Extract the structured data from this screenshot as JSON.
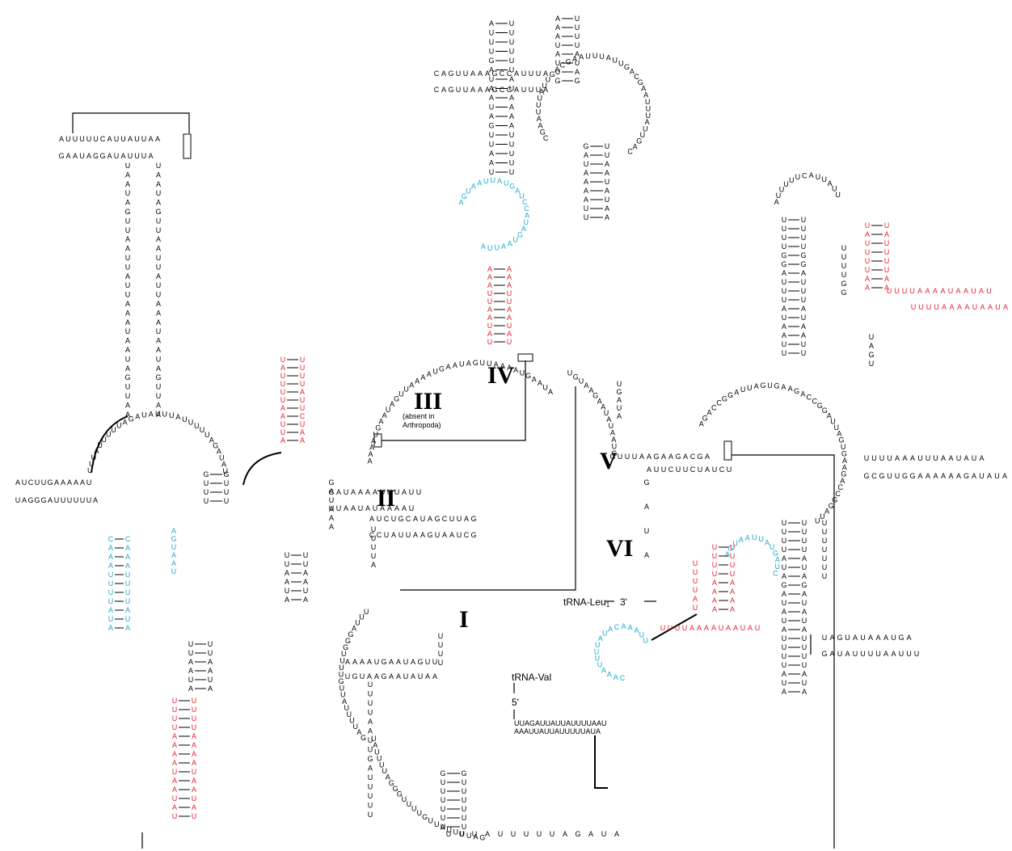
{
  "colors": {
    "default": "#000000",
    "red": "#e8202a",
    "cyan": "#1ba8d0"
  },
  "domains": {
    "I": "I",
    "II": "II",
    "III": "III",
    "IV": "IV",
    "V": "V",
    "VI": "VI"
  },
  "domain3_note": "(absent in\nArthropoda)",
  "labels": {
    "trna_leu": "tRNA-Leu",
    "trna_leu_sub": "1",
    "trna_leu_end": "3'",
    "trna_val": "tRNA-Val",
    "five_prime": "5'",
    "val_seq_top": "UUAGAUUAUUAUUUUAAU",
    "val_seq_bottom": "AAAUUAUUAUUUUUAUA"
  },
  "sequence_rows": [
    {
      "text": "AUCUUGAAAAAU",
      "color": "default"
    },
    {
      "text": "UAGGGAUUUUUUA",
      "color": "default"
    },
    {
      "text": "AUUUUUCAUUAUUAA",
      "color": "default"
    },
    {
      "text": "GAAUAGGAUAUUUA",
      "color": "default"
    },
    {
      "text": "UAAUAGUUAAUUAUUAAA",
      "color": "default"
    },
    {
      "text": "UAUUUUAAUUAUUU",
      "color": "red"
    },
    {
      "text": "UUUUAUUCUAA",
      "color": "red"
    },
    {
      "text": "AAAUUAAUAUUU",
      "color": "red"
    },
    {
      "text": "AGUAAUUAUGAUCCAU",
      "color": "cyan"
    },
    {
      "text": "CAAAUUUUAUA",
      "color": "cyan"
    },
    {
      "text": "UUUUAAAAUAAUAU",
      "color": "red"
    },
    {
      "text": "UUUUAUAGAUAUA",
      "color": "default"
    },
    {
      "text": "GUUUAAGAAGACGA",
      "color": "default"
    },
    {
      "text": "AUUCUUCUAUCU",
      "color": "default"
    },
    {
      "text": "GAUAAAAUUUAUU",
      "color": "default"
    },
    {
      "text": "UUAAUAUAAAAU",
      "color": "default"
    },
    {
      "text": "AUUUGAUAAUAGUUA",
      "color": "default"
    },
    {
      "text": "UUUUUUAUAAAAU",
      "color": "default"
    },
    {
      "text": "CGAAUUUAUUGA",
      "color": "default"
    },
    {
      "text": "AAAAUGAAUAGUU",
      "color": "default"
    },
    {
      "text": "UGUAAGAAUAUAA",
      "color": "default"
    },
    {
      "text": "UUUUAAUUGAUUUU",
      "color": "default"
    },
    {
      "text": "GAUUUUAUUGUUUUGG",
      "color": "default"
    },
    {
      "text": "UUUAUUUUUAGAUA",
      "color": "default"
    },
    {
      "text": "GUUUUUUUAAAGGU",
      "color": "default"
    },
    {
      "text": "CAGUUAAAGCCAUUUA",
      "color": "default"
    },
    {
      "text": "AAAUAUUGAAAUGUA",
      "color": "default"
    },
    {
      "text": "UUUUAUAGCAGAUAA",
      "color": "default"
    },
    {
      "text": "CCUAUUAAGUAAUCG",
      "color": "default"
    },
    {
      "text": "AUCUGCAUAGCUUAG",
      "color": "default"
    },
    {
      "text": "UUUUAAAUUUAAUAUA",
      "color": "default"
    },
    {
      "text": "GCGUUGGAAAAAAGAUAUA",
      "color": "default"
    },
    {
      "text": "UUUUUUUUUAGUUCA",
      "color": "default"
    },
    {
      "text": "AGACCGGAUUAGUGA",
      "color": "default"
    },
    {
      "text": "UGAUAGUUUAAUAUU",
      "color": "default"
    },
    {
      "text": "UUUUGGAUUUAUAA",
      "color": "default"
    },
    {
      "text": "UAGUAUAAAUGA",
      "color": "default"
    },
    {
      "text": "GAUAUUUUAAUUU",
      "color": "default"
    }
  ]
}
